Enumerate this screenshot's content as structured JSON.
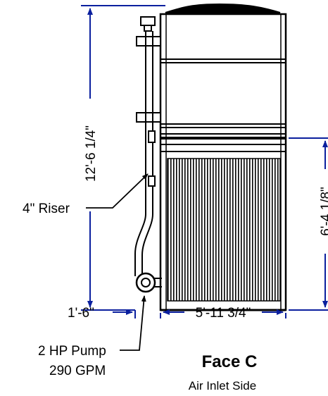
{
  "colors": {
    "line": "#000000",
    "dimension": "#0a1f9e",
    "background": "#ffffff"
  },
  "labels": {
    "overall_height": "12'-6 1/4\"",
    "inlet_height": "6'-4 1/8\"",
    "riser": "4\" Riser",
    "pump_offset": "1'-6\"",
    "unit_width": "5'-11 3/4\"",
    "pump_line1": "2 HP Pump",
    "pump_line2": "290 GPM"
  },
  "caption": {
    "title": "Face C",
    "subtitle": "Air Inlet Side"
  }
}
